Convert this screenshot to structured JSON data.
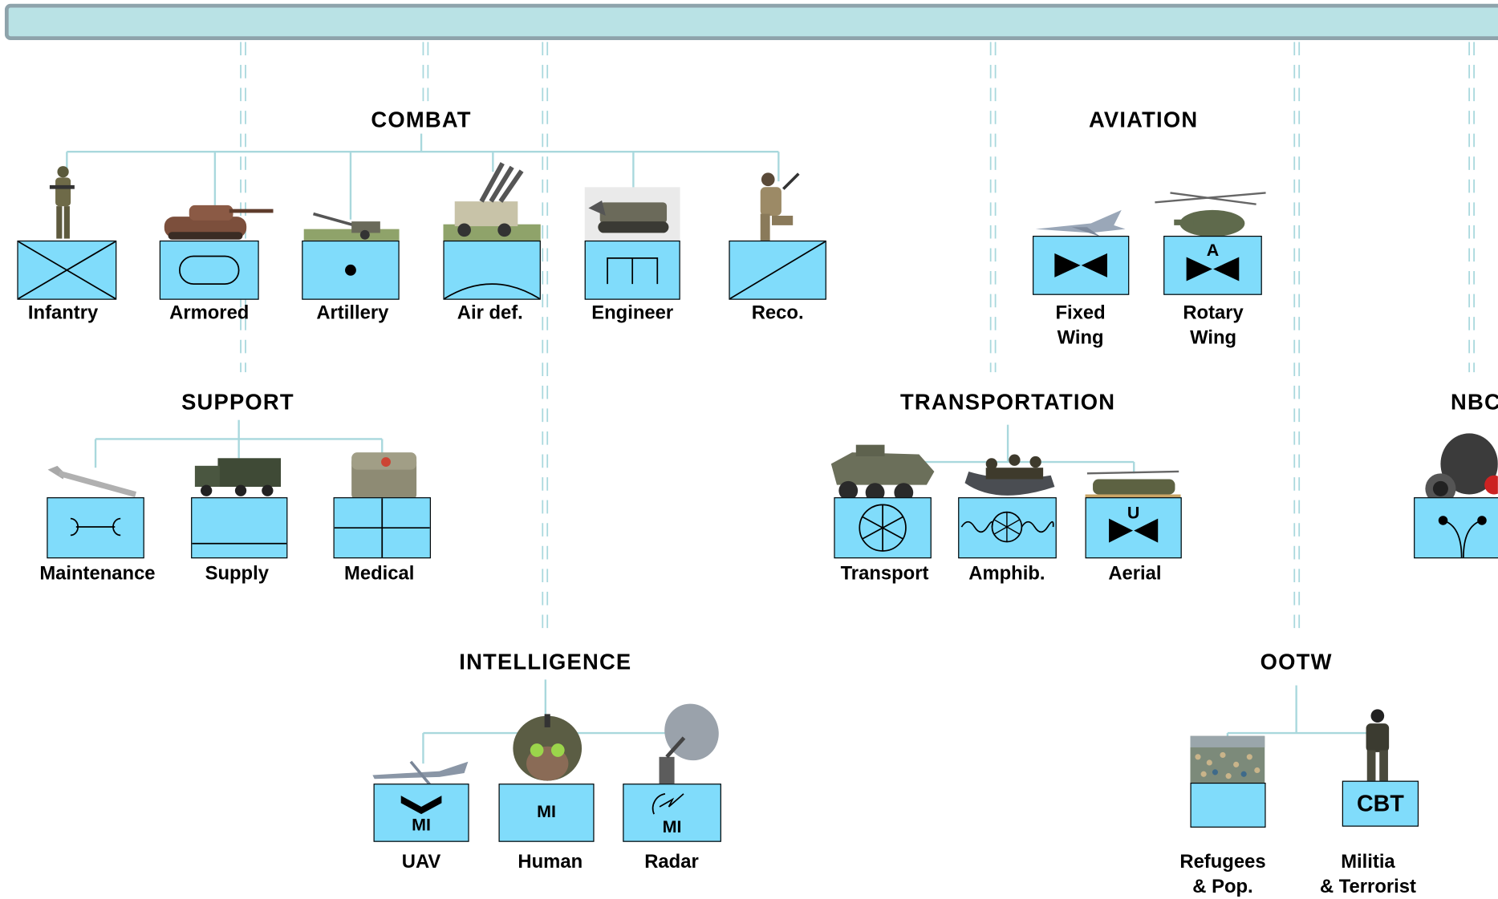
{
  "colors": {
    "symbol_fill": "#80dcfb",
    "connector": "#a9d8dd",
    "divider": "#a9d8dd",
    "banner_fill": "#b9e2e5",
    "banner_border": "#8ea3ab"
  },
  "groups": {
    "combat": {
      "title": "COMBAT",
      "units": [
        {
          "label": "Infantry",
          "symbol": "cross-symbol",
          "image": "soldier-icon"
        },
        {
          "label": "Armored",
          "symbol": "oval-symbol",
          "image": "tank-icon"
        },
        {
          "label": "Artillery",
          "symbol": "dot-symbol",
          "image": "howitzer-icon"
        },
        {
          "label": "Air def.",
          "symbol": "arc-symbol",
          "image": "missile-launcher-icon"
        },
        {
          "label": "Engineer",
          "symbol": "bridge-symbol",
          "image": "excavator-vehicle-icon"
        },
        {
          "label": "Reco.",
          "symbol": "diagonal-symbol",
          "image": "kneeling-soldier-icon"
        }
      ]
    },
    "aviation": {
      "title": "AVIATION",
      "units": [
        {
          "label_line1": "Fixed",
          "label_line2": "Wing",
          "symbol": "bowtie-symbol",
          "image": "jet-icon"
        },
        {
          "label_line1": "Rotary",
          "label_line2": "Wing",
          "symbol": "bowtie-a-symbol",
          "symbol_text": "A",
          "image": "helicopter-icon"
        }
      ]
    },
    "support": {
      "title": "SUPPORT",
      "units": [
        {
          "label": "Maintenance",
          "symbol": "wrench-symbol",
          "image": "wrench-icon"
        },
        {
          "label": "Supply",
          "symbol": "bottom-line-symbol",
          "image": "truck-icon"
        },
        {
          "label": "Medical",
          "symbol": "plus-symbol",
          "image": "medical-bag-icon"
        }
      ]
    },
    "transportation": {
      "title": "TRANSPORTATION",
      "units": [
        {
          "label": "Transport",
          "symbol": "wheel-symbol",
          "image": "apc-icon"
        },
        {
          "label": "Amphib.",
          "symbol": "wave-wheel-symbol",
          "image": "boat-icon"
        },
        {
          "label": "Aerial",
          "symbol": "bowtie-u-symbol",
          "symbol_text": "U",
          "image": "transport-helicopter-icon"
        }
      ]
    },
    "nbc": {
      "title": "NBC",
      "units": [
        {
          "symbol": "nbc-symbol",
          "image": "gas-mask-icon"
        }
      ]
    },
    "intelligence": {
      "title": "INTELLIGENCE",
      "units": [
        {
          "label": "UAV",
          "symbol": "uav-symbol",
          "symbol_text": "MI",
          "image": "drone-icon"
        },
        {
          "label": "Human",
          "symbol": "mi-symbol",
          "symbol_text": "MI",
          "image": "night-vision-soldier-icon"
        },
        {
          "label": "Radar",
          "symbol": "radar-symbol",
          "symbol_text": "MI",
          "image": "radar-dish-icon"
        }
      ]
    },
    "ootw": {
      "title": "OOTW",
      "units": [
        {
          "label_line1": "Refugees",
          "label_line2": "& Pop.",
          "symbol": "empty-symbol",
          "image": "crowd-icon"
        },
        {
          "label_line1": "Militia",
          "label_line2": "& Terrorist",
          "symbol": "cbt-symbol",
          "symbol_text": "CBT",
          "image": "militia-icon"
        }
      ]
    }
  }
}
